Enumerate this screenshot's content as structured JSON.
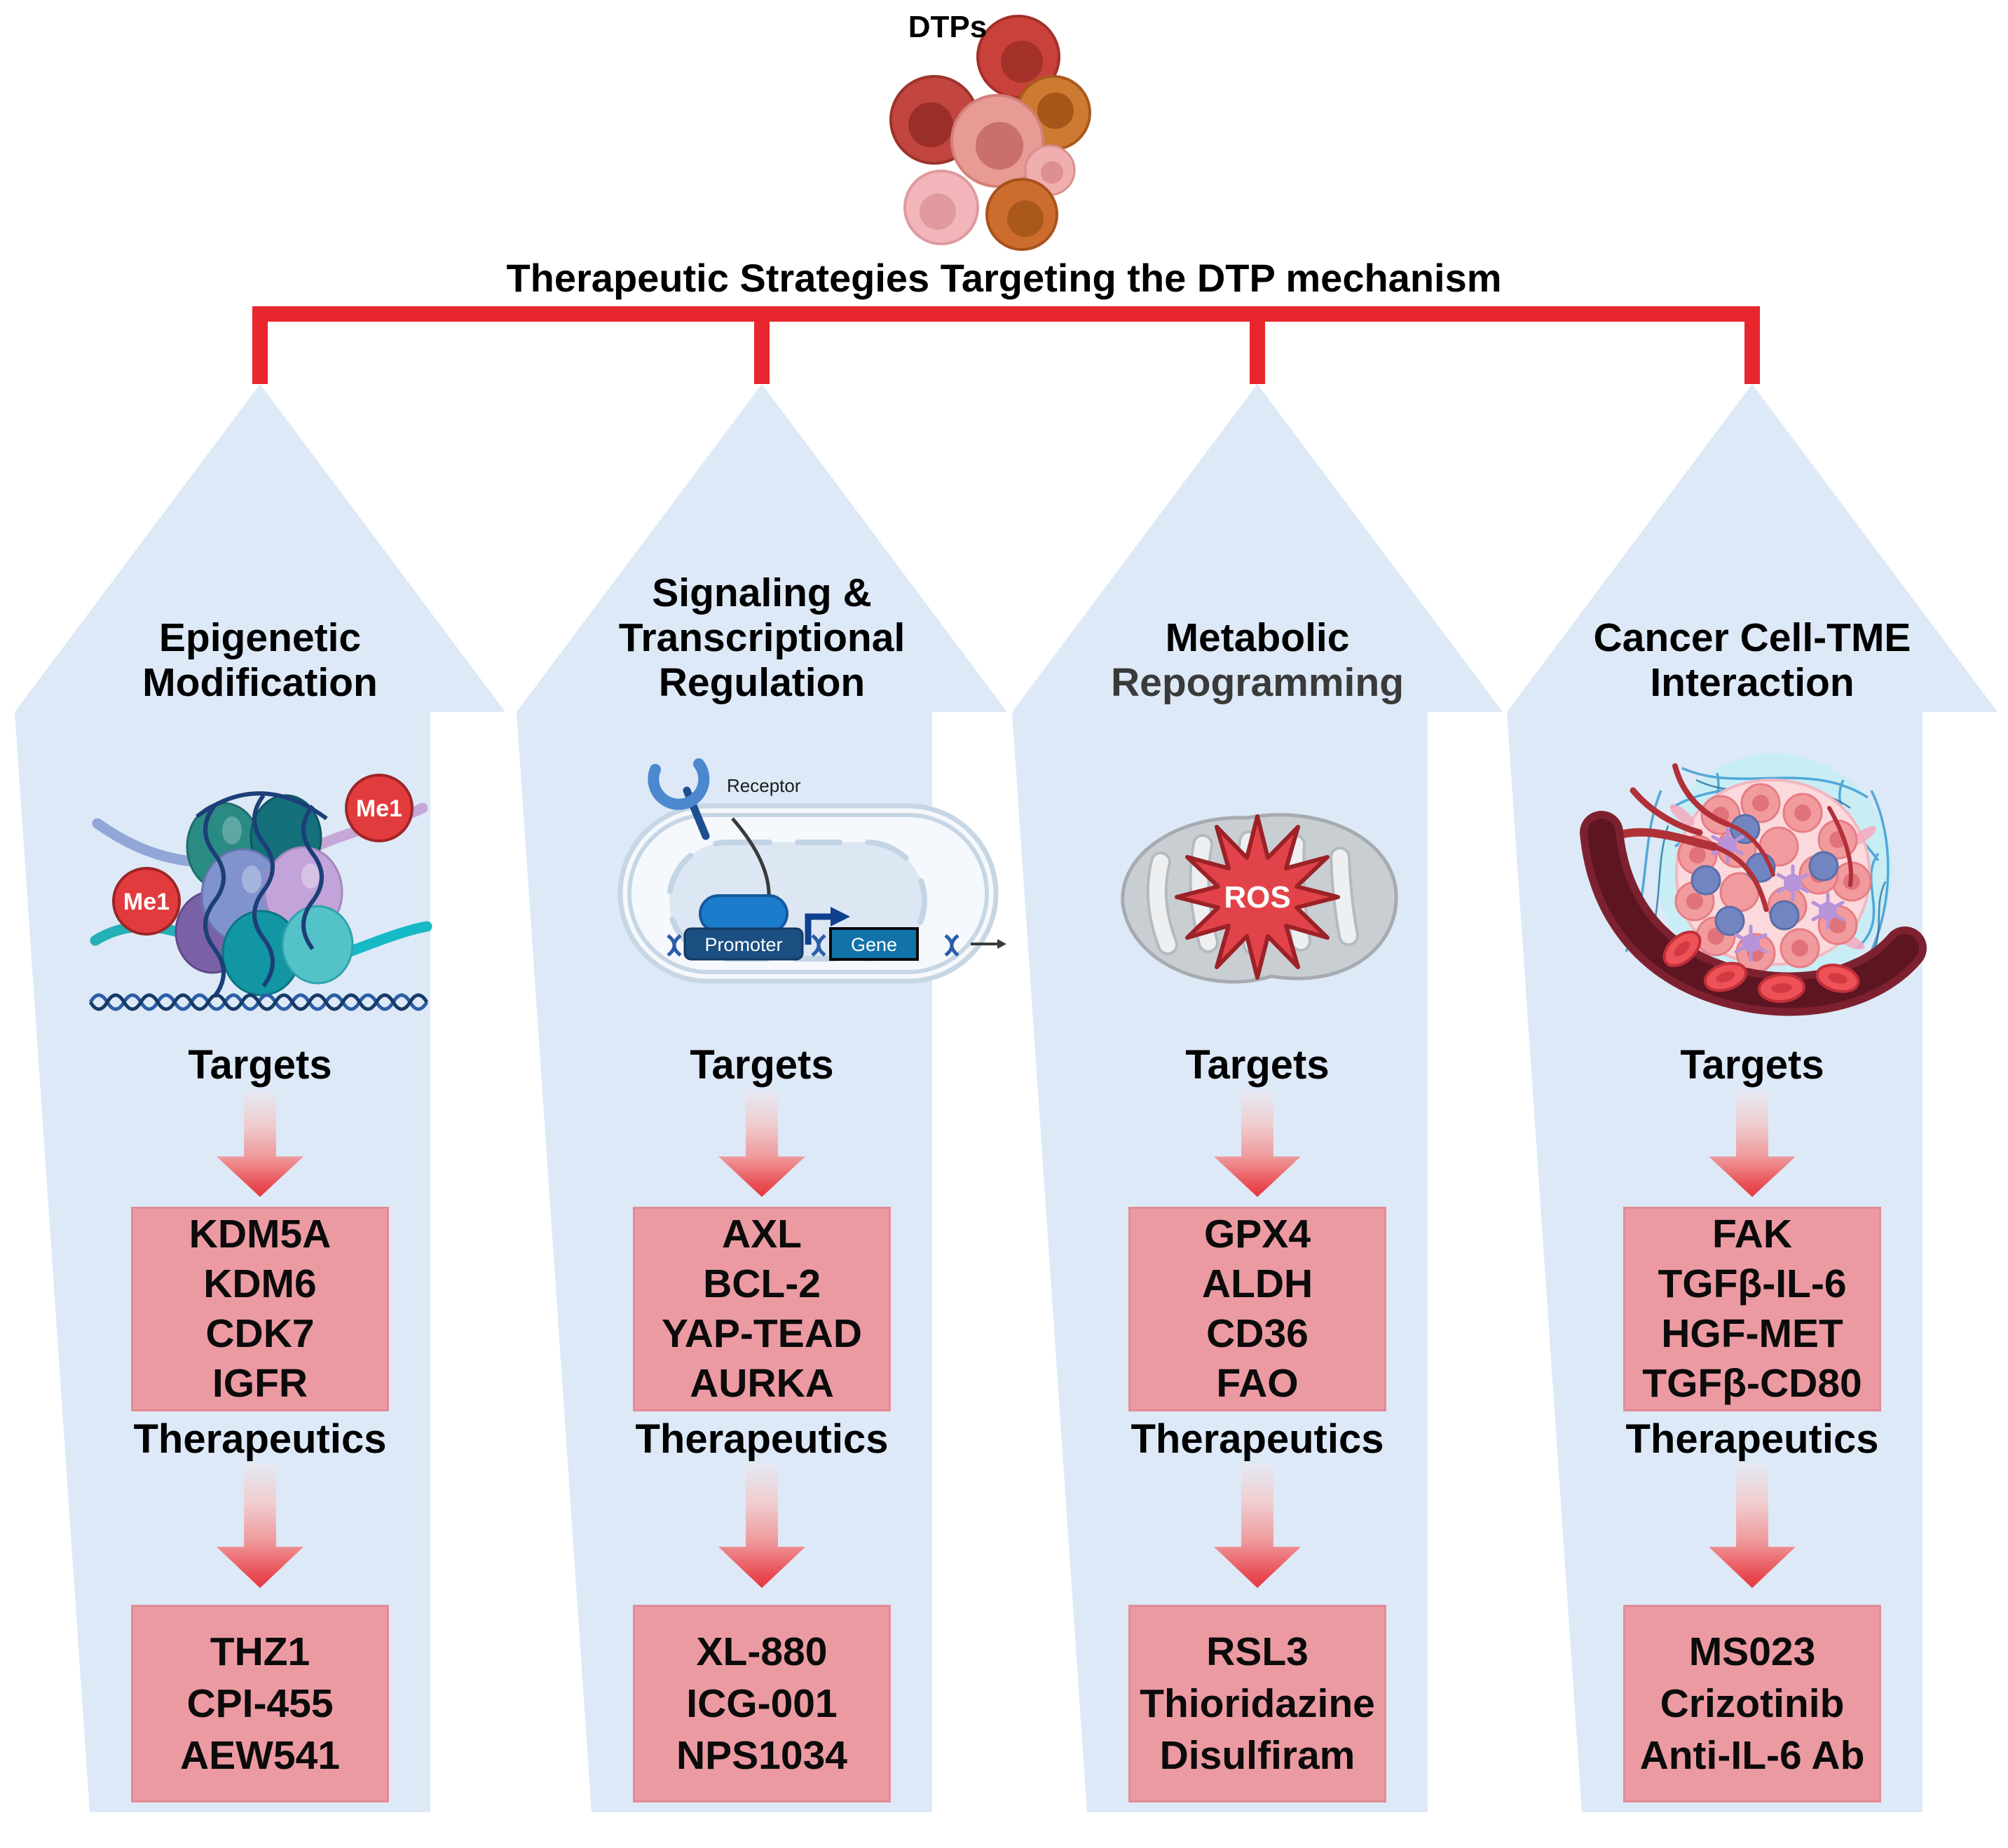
{
  "figure": {
    "dtps_label": "DTPs",
    "title": "Therapeutic Strategies Targeting the DTP mechanism",
    "section_labels": {
      "targets": "Targets",
      "therapeutics": "Therapeutics"
    },
    "illustration_labels": {
      "me1": "Me1",
      "receptor": "Receptor",
      "promoter": "Promoter",
      "gene": "Gene",
      "ros": "ROS"
    },
    "colors": {
      "bracket_red": "#e8262e",
      "arrow_blue": "#dde9f7",
      "box_pink": "#ec9aa2",
      "box_border_pink": "#e38b95",
      "gradient_arrow_red": "#e63941",
      "me1_badge_red": "#e23b3e",
      "ros_star_red": "#e2434a",
      "header_secondary_gray": "#3a3a3a"
    },
    "columns": [
      {
        "key": "epigenetic-modification",
        "header_lines": [
          "Epigenetic",
          "Modification"
        ],
        "illustration": "nucleosome-methylation",
        "targets": [
          "KDM5A",
          "KDM6",
          "CDK7",
          "IGFR"
        ],
        "therapeutics": [
          "THZ1",
          "CPI-455",
          "AEW541"
        ]
      },
      {
        "key": "signaling-transcriptional-regulation",
        "header_lines": [
          "Signaling &",
          "Transcriptional",
          "Regulation"
        ],
        "illustration": "receptor-gene-transcription",
        "targets": [
          "AXL",
          "BCL-2",
          "YAP-TEAD",
          "AURKA"
        ],
        "therapeutics": [
          "XL-880",
          "ICG-001",
          "NPS1034"
        ]
      },
      {
        "key": "metabolic-repogramming",
        "header_lines": [
          "Metabolic",
          "Repogramming"
        ],
        "illustration": "mitochondria-ros",
        "targets": [
          "GPX4",
          "ALDH",
          "CD36",
          "FAO"
        ],
        "therapeutics": [
          "RSL3",
          "Thioridazine",
          "Disulfiram"
        ]
      },
      {
        "key": "cancer-cell-tme-interaction",
        "header_lines": [
          "Cancer Cell-TME",
          "Interaction"
        ],
        "illustration": "tumor-microenvironment-vessel",
        "targets": [
          "FAK",
          "TGFβ-IL-6",
          "HGF-MET",
          "TGFβ-CD80"
        ],
        "therapeutics": [
          "MS023",
          "Crizotinib",
          "Anti-IL-6 Ab"
        ]
      }
    ]
  }
}
